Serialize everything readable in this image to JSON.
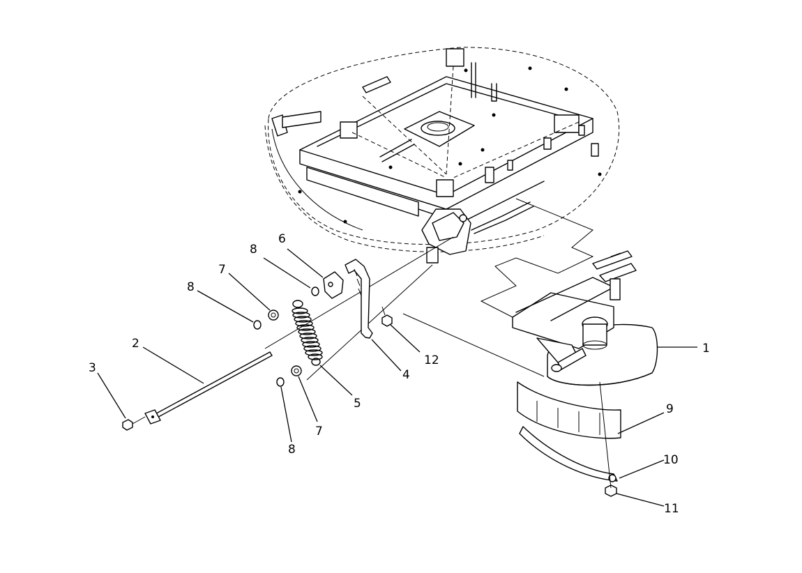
{
  "callouts": [
    {
      "id": "c1",
      "label": "1"
    },
    {
      "id": "c2",
      "label": "2"
    },
    {
      "id": "c3",
      "label": "3"
    },
    {
      "id": "c4",
      "label": "4"
    },
    {
      "id": "c5",
      "label": "5"
    },
    {
      "id": "c6",
      "label": "6"
    },
    {
      "id": "c7a",
      "label": "7"
    },
    {
      "id": "c7b",
      "label": "7"
    },
    {
      "id": "c8a",
      "label": "8"
    },
    {
      "id": "c8b",
      "label": "8"
    },
    {
      "id": "c8c",
      "label": "8"
    },
    {
      "id": "c9",
      "label": "9"
    },
    {
      "id": "c10",
      "label": "10"
    },
    {
      "id": "c11",
      "label": "11"
    },
    {
      "id": "c12",
      "label": "12"
    }
  ]
}
